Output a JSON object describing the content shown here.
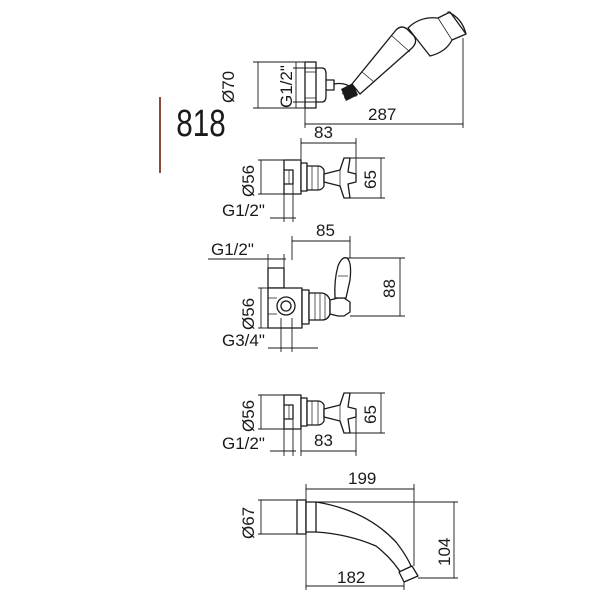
{
  "model_number": "818",
  "colors": {
    "ink": "#1a1a1a",
    "accent_bar": "#8b4a3c",
    "background": "#ffffff"
  },
  "handshower": {
    "diameter": "Ø70",
    "thread": "G1/2\"",
    "length": "287"
  },
  "valve_top": {
    "width": "83",
    "diameter": "Ø56",
    "height": "65",
    "thread": "G1/2\""
  },
  "diverter": {
    "thread_top": "G1/2\"",
    "width": "85",
    "diameter": "Ø56",
    "height": "88",
    "thread_bottom": "G3/4\""
  },
  "valve_bottom": {
    "diameter": "Ø56",
    "height": "65",
    "thread": "G1/2\"",
    "width": "83"
  },
  "spout": {
    "length": "199",
    "diameter": "Ø67",
    "height": "104",
    "reach": "182"
  }
}
